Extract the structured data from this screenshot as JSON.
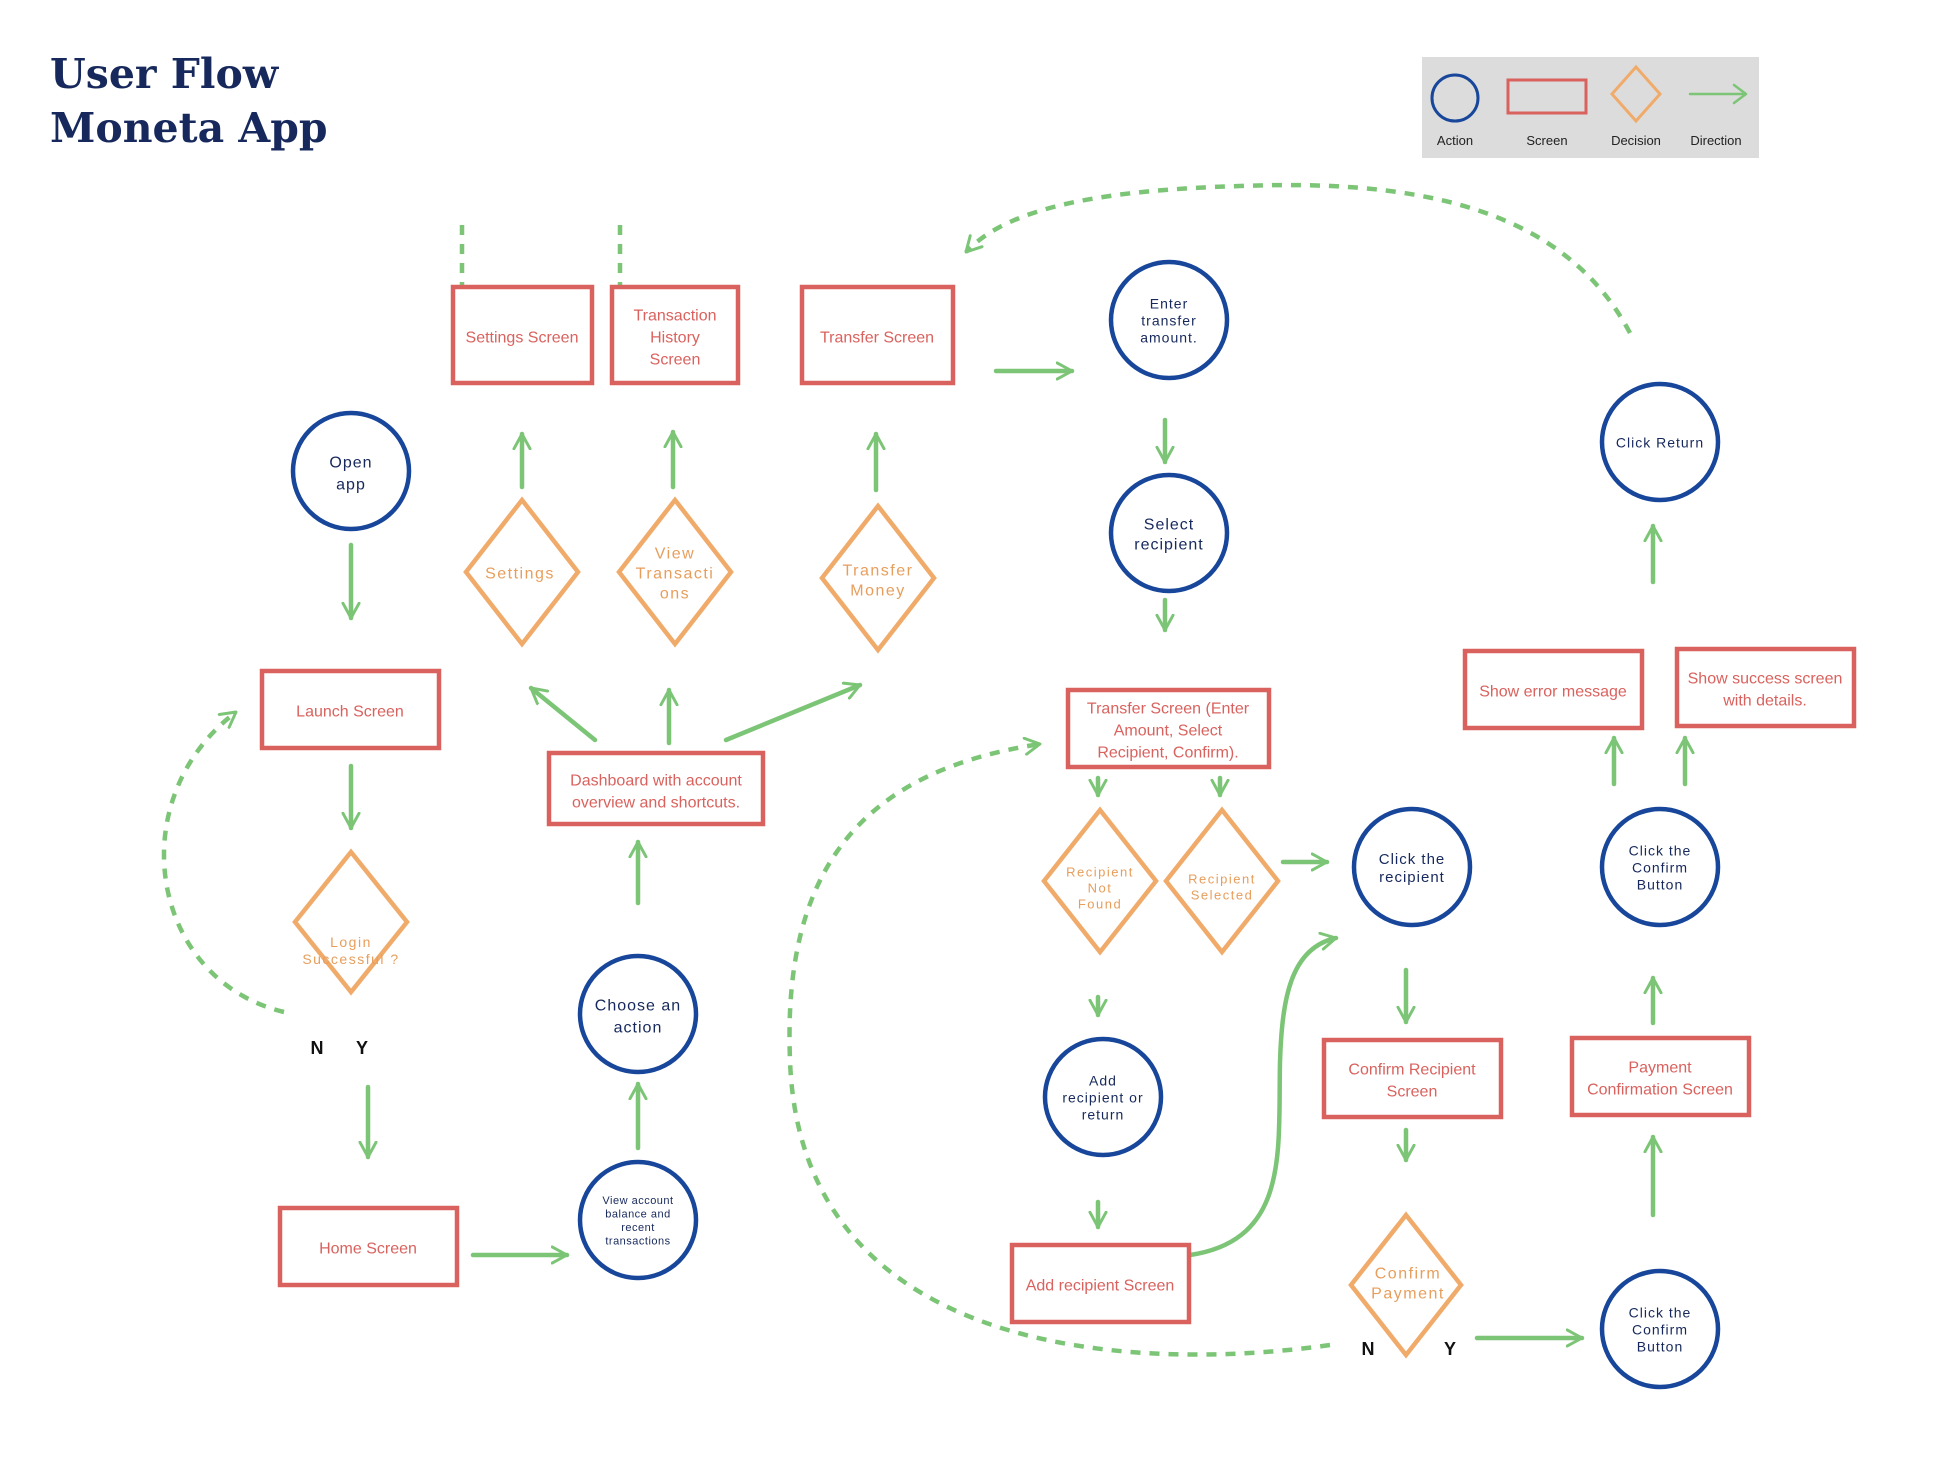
{
  "title": {
    "line1": "User Flow",
    "line2": "Moneta App"
  },
  "legend": {
    "action": "Action",
    "screen": "Screen",
    "decision": "Decision",
    "direction": "Direction"
  },
  "colors": {
    "action": "#17469a",
    "screen": "#d9625e",
    "decision": "#f0ab6b",
    "direction": "#7cc576",
    "title": "#17295c",
    "legend_background": "#dcdcdc"
  },
  "nodes": {
    "open_app": [
      "Open",
      "app"
    ],
    "launch_screen": [
      "Launch Screen"
    ],
    "login_successful": [
      "Login",
      "Successful ?"
    ],
    "login_n": "N",
    "login_y": "Y",
    "home_screen": [
      "Home Screen"
    ],
    "view_account": [
      "View account",
      "balance and",
      "recent",
      "transactions"
    ],
    "choose_action": [
      "Choose an",
      "action"
    ],
    "dashboard": [
      "Dashboard with account",
      "overview and shortcuts."
    ],
    "settings_decision": [
      "Settings"
    ],
    "view_transactions_decision": [
      "View",
      "Transacti",
      "ons"
    ],
    "transfer_money_decision": [
      "Transfer",
      "Money"
    ],
    "settings_screen": [
      "Settings Screen"
    ],
    "transaction_history_screen": [
      "Transaction",
      "History",
      "Screen"
    ],
    "transfer_screen": [
      "Transfer Screen"
    ],
    "enter_transfer_amount": [
      "Enter",
      "transfer",
      "amount."
    ],
    "select_recipient": [
      "Select",
      "recipient"
    ],
    "transfer_screen_full": [
      "Transfer Screen (Enter",
      "Amount, Select",
      "Recipient, Confirm)."
    ],
    "recipient_not_found": [
      "Recipient",
      "Not",
      "Found"
    ],
    "recipient_selected": [
      "Recipient",
      "Selected"
    ],
    "add_recipient_or_return": [
      "Add",
      "recipient or",
      "return"
    ],
    "add_recipient_screen": [
      "Add recipient Screen"
    ],
    "click_recipient": [
      "Click the",
      "recipient"
    ],
    "confirm_recipient_screen": [
      "Confirm Recipient",
      "Screen"
    ],
    "confirm_payment": [
      "Confirm",
      "Payment"
    ],
    "payment_n": "N",
    "payment_y": "Y",
    "click_confirm_bottom": [
      "Click the",
      "Confirm",
      "Button"
    ],
    "payment_confirmation_screen": [
      "Payment",
      "Confirmation Screen"
    ],
    "click_confirm_top": [
      "Click the",
      "Confirm",
      "Button"
    ],
    "show_error": [
      "Show error message"
    ],
    "show_success": [
      "Show success screen",
      "with details."
    ],
    "click_return": [
      "Click Return"
    ]
  }
}
